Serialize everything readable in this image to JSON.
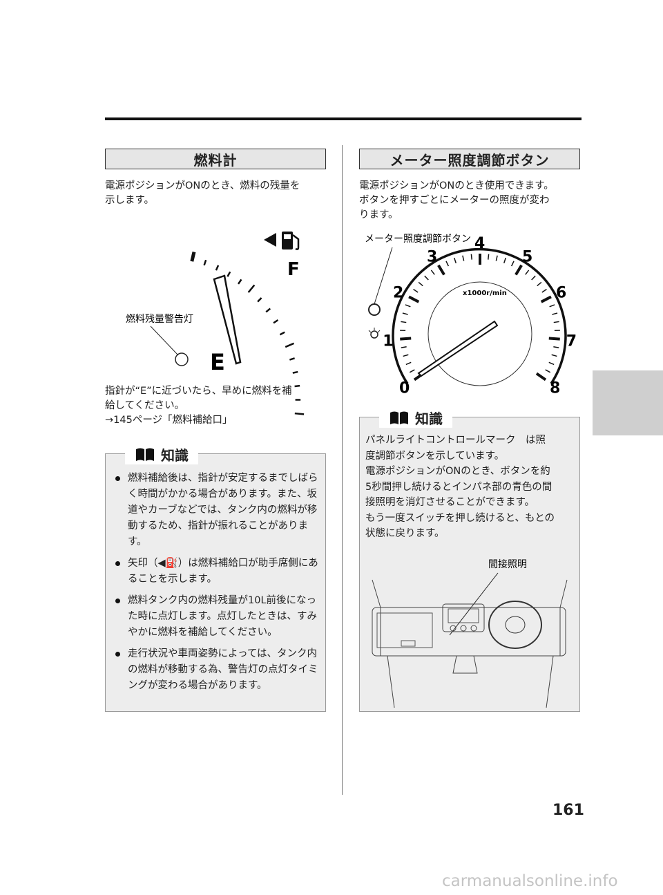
{
  "left": {
    "title": "燃料計",
    "intro": [
      "電源ポジションがONのとき、燃料の残量を",
      "示します。"
    ],
    "gauge": {
      "full_label": "F",
      "empty_label": "E",
      "warning_label": "燃料残量警告灯"
    },
    "after": [
      "指針が“E”に近づいたら、早めに燃料を補",
      "給してください。",
      "→145ページ「燃料補給口」"
    ],
    "note_title": "知識",
    "notes": [
      "燃料補給後は、指針が安定するまでしばらく時間がかかる場合があります。また、坂道やカーブなどでは、タンク内の燃料が移動するため、指針が振れることがあります。",
      "矢印（◀⛽）は燃料補給口が助手席側にあることを示します。",
      "燃料タンク内の燃料残量が10L前後になった時に点灯します。点灯したときは、すみやかに燃料を補給してください。",
      "走行状況や車両姿勢によっては、タンク内の燃料が移動する為、警告灯の点灯タイミングが変わる場合があります。"
    ]
  },
  "right": {
    "title": "メーター照度調節ボタン",
    "intro": [
      "電源ポジションがONのとき使用できます。",
      "ボタンを押すごとにメーターの照度が変わ",
      "ります。"
    ],
    "tacho": {
      "button_label": "メーター照度調節ボタン",
      "unit": "x1000r/min",
      "ticks": [
        "0",
        "1",
        "2",
        "3",
        "4",
        "5",
        "6",
        "7",
        "8"
      ]
    },
    "note_title": "知識",
    "note_lines": [
      "パネルライトコントロールマーク　は照",
      "度調節ボタンを示しています。",
      "電源ポジションがONのとき、ボタンを約",
      "5秒間押し続けるとインパネ部の青色の間",
      "接照明を消灯させることができます。",
      "もう一度スイッチを押し続けると、もとの",
      "状態に戻ります。"
    ],
    "indirect_label": "間接照明"
  },
  "page_number": "161",
  "watermark": "carmanualsonline.info",
  "icons": [
    "book-icon",
    "fuel-pump-icon",
    "arrow-left-icon",
    "panel-light-icon"
  ]
}
